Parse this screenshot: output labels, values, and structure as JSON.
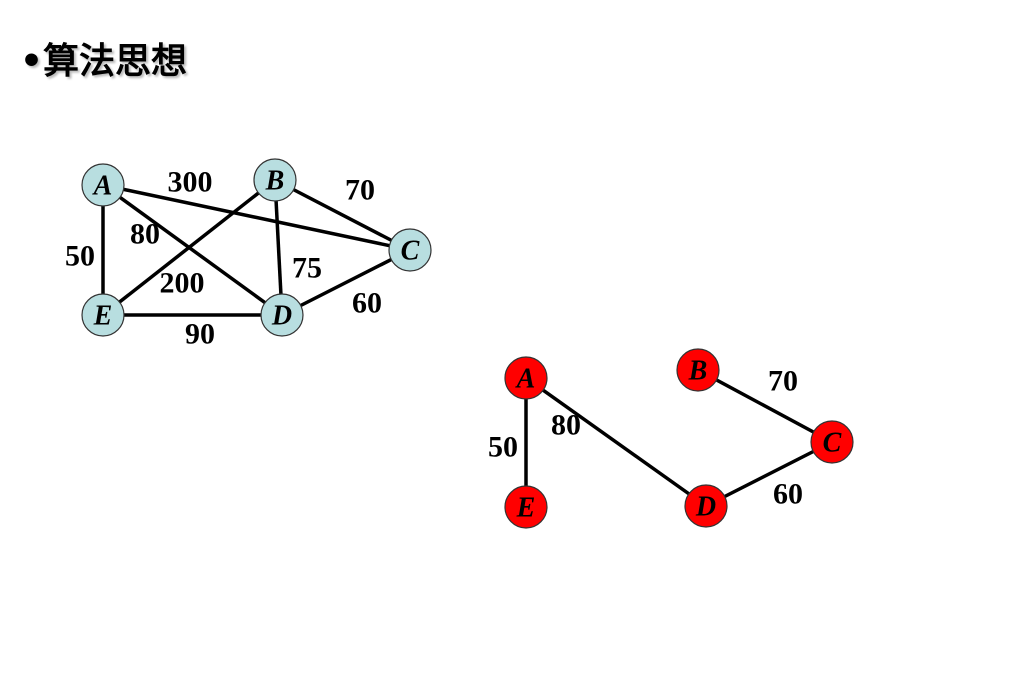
{
  "heading": "•算法思想",
  "colors": {
    "original_node_fill": "#b8dee0",
    "mst_node_fill": "#ff0000",
    "edge_color": "#000000"
  },
  "original_graph": {
    "nodes": [
      "A",
      "B",
      "C",
      "D",
      "E"
    ],
    "edges": [
      {
        "from": "A",
        "to": "C",
        "weight": "300"
      },
      {
        "from": "B",
        "to": "C",
        "weight": "70"
      },
      {
        "from": "A",
        "to": "D",
        "weight": "80"
      },
      {
        "from": "A",
        "to": "E",
        "weight": "50"
      },
      {
        "from": "B",
        "to": "D",
        "weight": "75"
      },
      {
        "from": "B",
        "to": "E",
        "weight": "200"
      },
      {
        "from": "C",
        "to": "D",
        "weight": "60"
      },
      {
        "from": "E",
        "to": "D",
        "weight": "90"
      }
    ]
  },
  "mst_graph": {
    "nodes": [
      "A",
      "B",
      "C",
      "D",
      "E"
    ],
    "edges": [
      {
        "from": "A",
        "to": "E",
        "weight": "50"
      },
      {
        "from": "A",
        "to": "D",
        "weight": "80"
      },
      {
        "from": "B",
        "to": "C",
        "weight": "70"
      },
      {
        "from": "D",
        "to": "C",
        "weight": "60"
      }
    ]
  }
}
